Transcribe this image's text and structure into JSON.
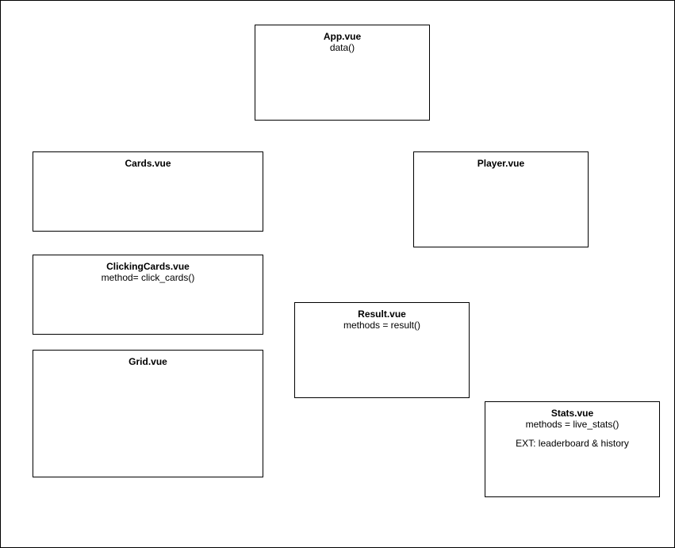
{
  "components": {
    "app": {
      "title": "App.vue",
      "line1": "data()"
    },
    "cards": {
      "title": "Cards.vue"
    },
    "player": {
      "title": "Player.vue"
    },
    "clicking_cards": {
      "title": "ClickingCards.vue",
      "line1": "method= click_cards()"
    },
    "result": {
      "title": "Result.vue",
      "line1": "methods = result()"
    },
    "grid": {
      "title": "Grid.vue"
    },
    "stats": {
      "title": "Stats.vue",
      "line1": "methods = live_stats()",
      "line2": "EXT: leaderboard & history"
    }
  }
}
